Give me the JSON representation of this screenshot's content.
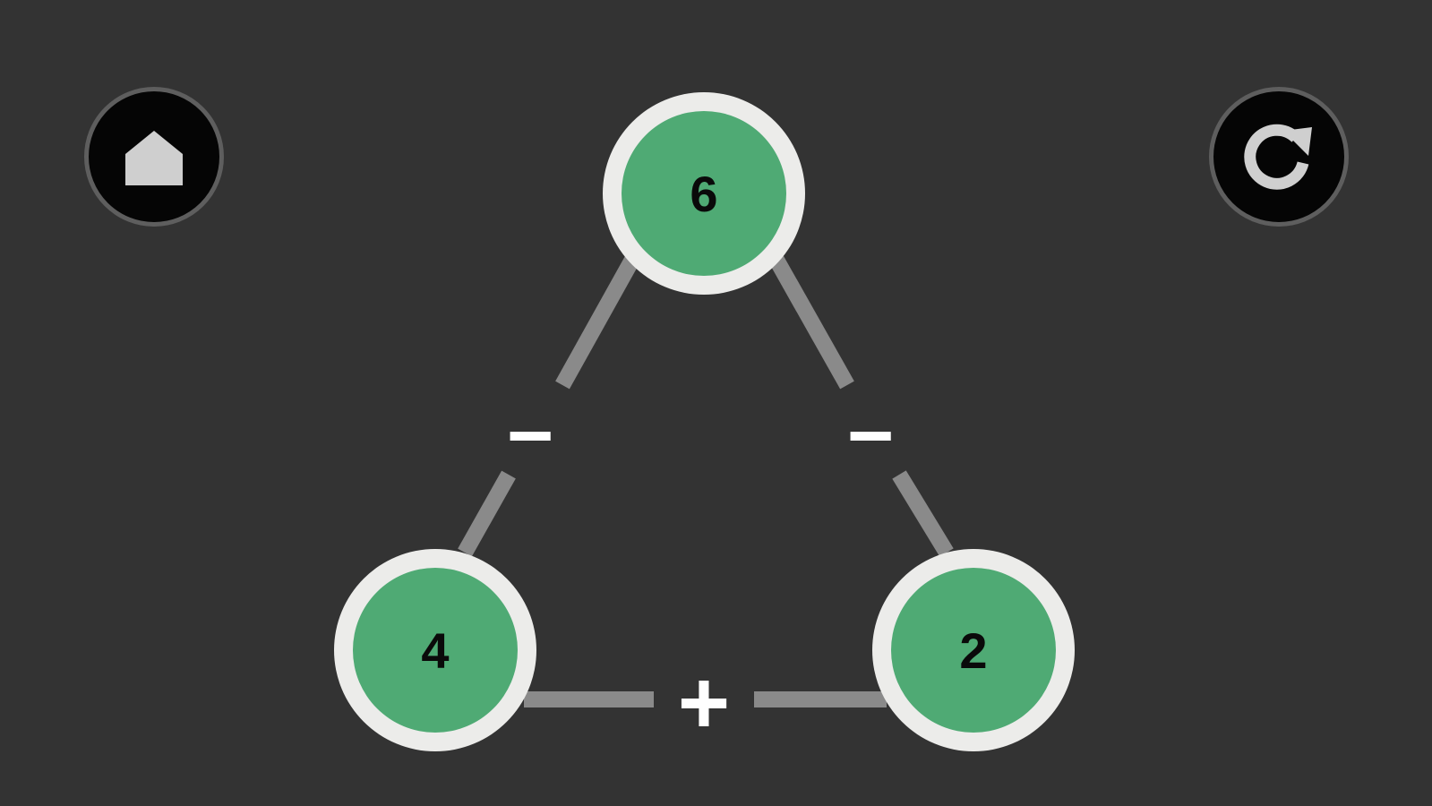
{
  "controls": {
    "home_icon": "home-icon",
    "restart_icon": "restart-icon"
  },
  "nodes": {
    "top": "6",
    "left": "4",
    "right": "2"
  },
  "operators": {
    "left_edge": "−",
    "right_edge": "−",
    "bottom_edge": "+"
  },
  "colors": {
    "background": "#333333",
    "node_fill": "#4faa74",
    "node_ring": "#ececea",
    "edge": "#8a8a8a",
    "operator": "#ffffff"
  }
}
